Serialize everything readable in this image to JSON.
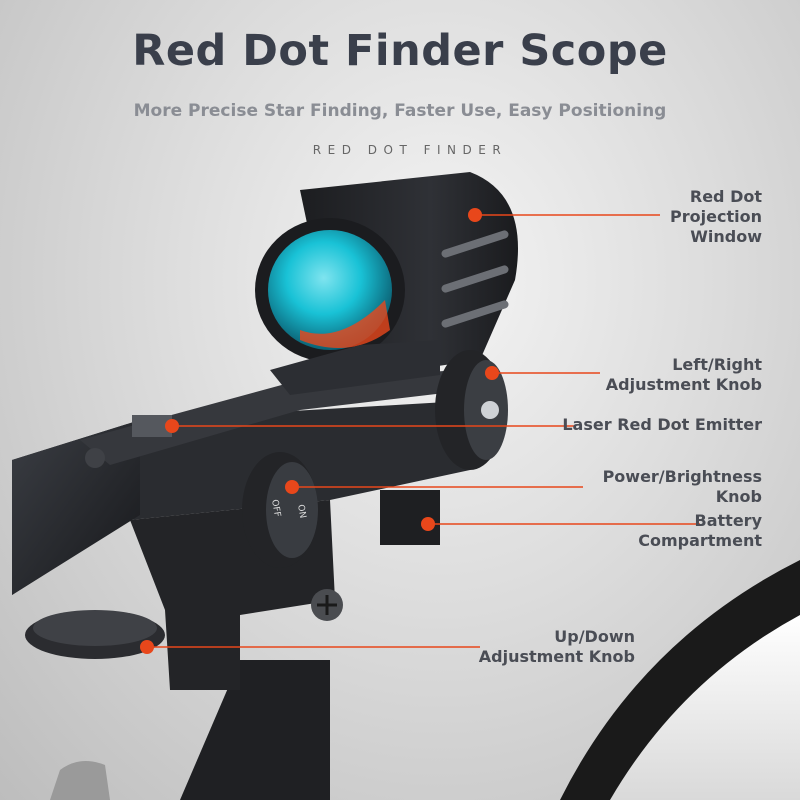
{
  "title": "Red Dot Finder Scope",
  "subtitle": "More Precise Star Finding, Faster Use, Easy Positioning",
  "tagline": "RED DOT FINDER",
  "callouts": {
    "projection_window": [
      "Red Dot",
      "Projection",
      "Window"
    ],
    "lr_knob": [
      "Left/Right",
      "Adjustment Knob"
    ],
    "laser_emitter": [
      "Laser Red Dot Emitter"
    ],
    "power_knob": [
      "Power/Brightness",
      "Knob"
    ],
    "battery": [
      "Battery",
      "Compartment"
    ],
    "ud_knob": [
      "Up/Down",
      "Adjustment Knob"
    ]
  },
  "knob_marks": {
    "on": "ON",
    "off": "OFF"
  },
  "colors": {
    "accent": "#e8471b",
    "title": "#3a3f4b",
    "lens": "#19c2d6"
  }
}
